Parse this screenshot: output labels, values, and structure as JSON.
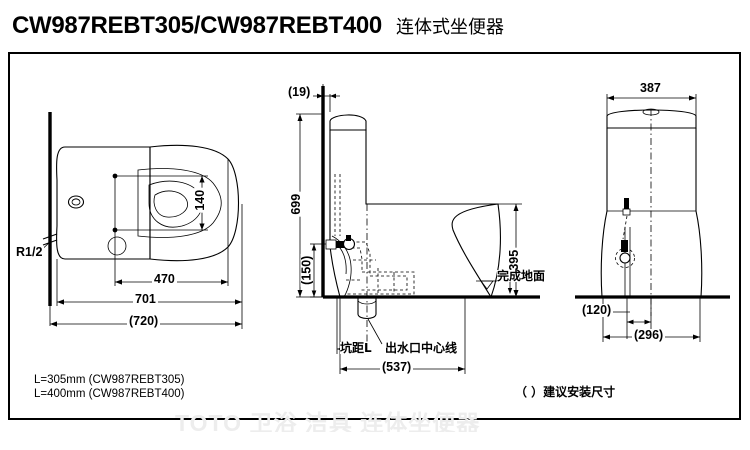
{
  "title": {
    "model": "CW987REBT305/CW987REBT400",
    "product_type": "连体式坐便器"
  },
  "views": {
    "top_view": {
      "name": "top-view",
      "dimensions": {
        "seat_opening_width": "140",
        "bolt_to_front": "470",
        "overall_length": "701",
        "recommended_length": "(720)",
        "supply_thread": "R1/2"
      }
    },
    "side_view": {
      "name": "side-view",
      "dimensions": {
        "wall_gap": "(19)",
        "overall_height": "699",
        "supply_height": "(150)",
        "bowl_rim_height": "395",
        "overall_depth": "(537)"
      },
      "labels": {
        "finished_floor": "完成地面",
        "rough_in": "坑距L",
        "outlet_centerline": "出水口中心线"
      }
    },
    "front_view": {
      "name": "front-view",
      "dimensions": {
        "overall_width": "387",
        "supply_offset": "(120)",
        "floor_bolt_spread": "(296)"
      }
    }
  },
  "notes": {
    "length_305": "L=305mm (CW987REBT305)",
    "length_400": "L=400mm (CW987REBT400)",
    "bracket_note": "（ ）建议安装尺寸"
  },
  "watermark": {
    "text": "TOTO  卫浴  洁具  连体坐便器"
  },
  "colors": {
    "line": "#000000",
    "background": "#ffffff",
    "watermark": "#ededed"
  }
}
